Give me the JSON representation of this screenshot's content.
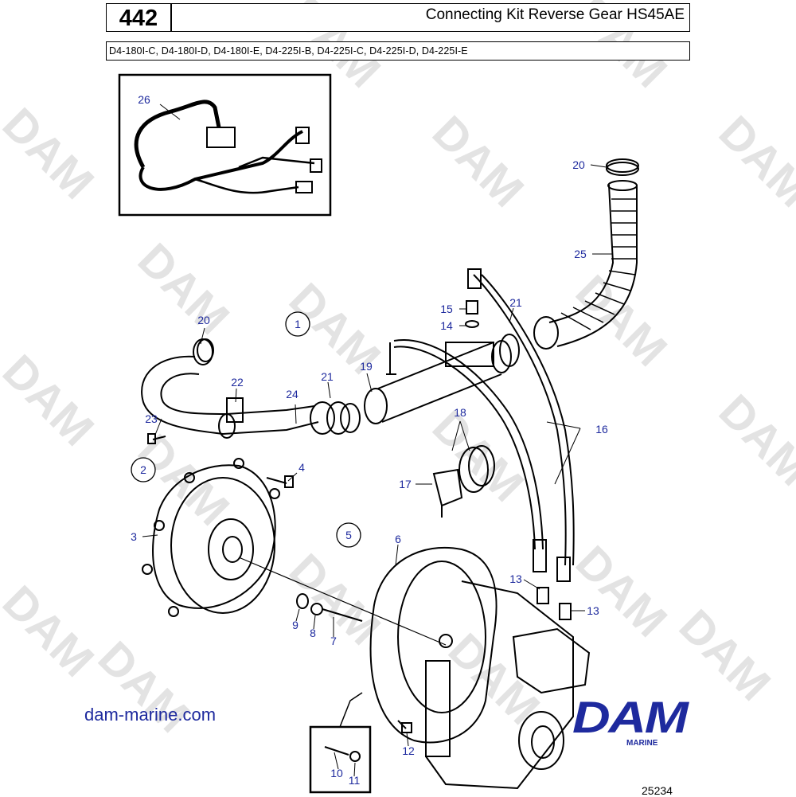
{
  "header": {
    "page_number": "442",
    "title": "Connecting Kit Reverse Gear HS45AE",
    "models": "D4-180I-C, D4-180I-D, D4-180I-E, D4-225I-B, D4-225I-C, D4-225I-D, D4-225I-E"
  },
  "watermark": {
    "text": "DAM"
  },
  "callouts": {
    "c1": "1",
    "c2": "2",
    "c3": "3",
    "c4": "4",
    "c5": "5",
    "c6": "6",
    "c7": "7",
    "c8": "8",
    "c9": "9",
    "c10": "10",
    "c11": "11",
    "c12": "12",
    "c13a": "13",
    "c13b": "13",
    "c14": "14",
    "c15": "15",
    "c16": "16",
    "c17": "17",
    "c18": "18",
    "c19": "19",
    "c20a": "20",
    "c20b": "20",
    "c21a": "21",
    "c21b": "21",
    "c22": "22",
    "c23": "23",
    "c24": "24",
    "c25": "25",
    "c26": "26"
  },
  "footer": {
    "website": "dam-marine.com",
    "brand": "DAM",
    "brand_sub": "MARINE",
    "figure_id": "25234"
  },
  "colors": {
    "callout": "#1e2a9e",
    "watermark": "#e3e3e3",
    "line": "#000000"
  }
}
